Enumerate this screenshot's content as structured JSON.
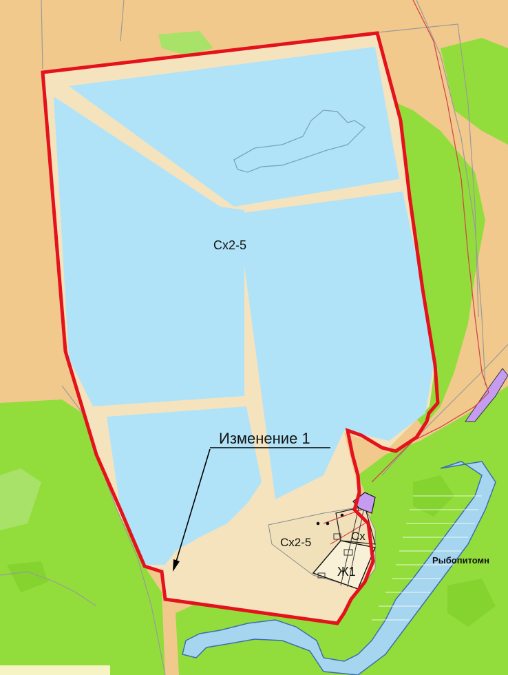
{
  "labels": {
    "zone_main": "Сх2-5",
    "change_callout": "Изменение 1",
    "zone_small": "Сх2-5",
    "zone_sx": "Сх",
    "zone_zh1": "Ж1",
    "fish_nursery": "Рыбопитомн"
  },
  "colors": {
    "background_land": "#f2c98d",
    "sand_zone": "#f5e3bd",
    "water_ponds": "#b1e3f8",
    "forest_green": "#92dd3c",
    "river_blue": "#a6d6ef",
    "boundary_red": "#e3121c",
    "callout_line": "#000000"
  }
}
